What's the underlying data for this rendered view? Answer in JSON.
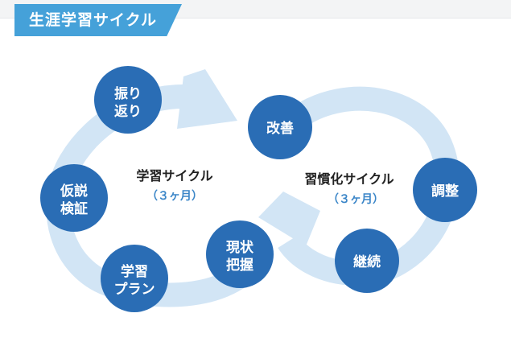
{
  "header": {
    "title": "生涯学習サイクル"
  },
  "colors": {
    "accent": "#45a1d9",
    "node": "#2a6db5",
    "ring": "#d2e5f5",
    "subtitle": "#3b86c8"
  },
  "cycles": [
    {
      "title": "学習サイクル",
      "subtitle": "（３ヶ月）"
    },
    {
      "title": "習慣化サイクル",
      "subtitle": "（３ヶ月）"
    }
  ],
  "nodes": {
    "furikaeri": [
      "振り",
      "返り"
    ],
    "kasetsu_kensho": [
      "仮説",
      "検証"
    ],
    "gakushu_plan": [
      "学習",
      "プラン"
    ],
    "genjo_haaku": [
      "現状",
      "把握"
    ],
    "kaizen": [
      "改善"
    ],
    "chosei": [
      "調整"
    ],
    "keizoku": [
      "継続"
    ]
  }
}
